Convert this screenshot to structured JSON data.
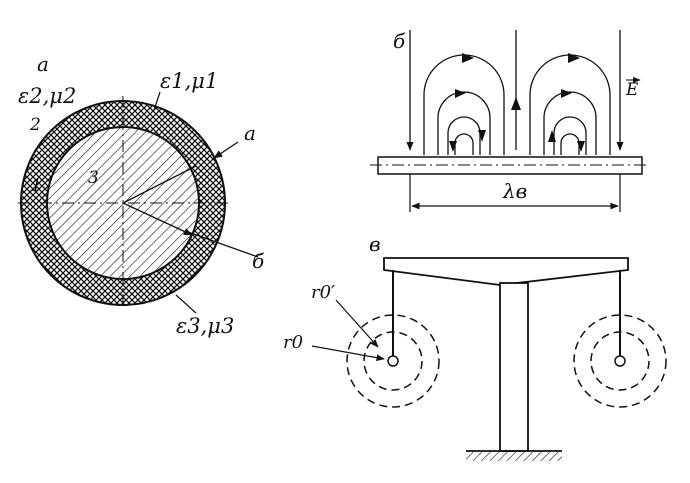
{
  "panel_a": {
    "panel_letter": "а",
    "region_outer_label": "ε2,μ2",
    "region_outer_number": "2",
    "region_shell_label": "ε1,μ1",
    "region_shell_number": "1",
    "region_core_number": "3",
    "region_core_label": "ε3,μ3",
    "radius_inner_letter": "a",
    "radius_outer_letter": "б"
  },
  "panel_b": {
    "panel_letter": "б",
    "field_label": "E",
    "wavelength_label": "λв"
  },
  "panel_v": {
    "panel_letter": "в",
    "radius_outer_label": "r0′",
    "radius_inner_label": "r0"
  },
  "colors": {
    "ink": "#111111",
    "background": "#ffffff"
  }
}
